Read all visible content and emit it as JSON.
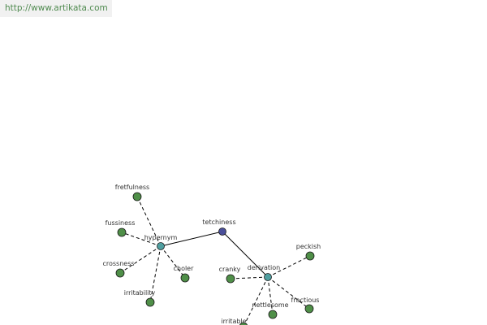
{
  "site_url": "http://www.artikata.com",
  "colors": {
    "center_node": "#4a4f9a",
    "relation_node": "#4f9fa0",
    "word_node": "#4f8f48",
    "edge": "#000000",
    "watermark_text": "#4f8a4f",
    "watermark_bg": "#f1f1f1"
  },
  "graph": {
    "center": "tetchiness",
    "relations": [
      {
        "id": "hypernym",
        "label": "hypernym",
        "words": [
          "fretfulness",
          "fussiness",
          "crossness",
          "irritability",
          "choler"
        ]
      },
      {
        "id": "derivation",
        "label": "derivation",
        "words": [
          "cranky",
          "peckish",
          "fractious",
          "nettlesome",
          "irritable"
        ]
      }
    ]
  }
}
